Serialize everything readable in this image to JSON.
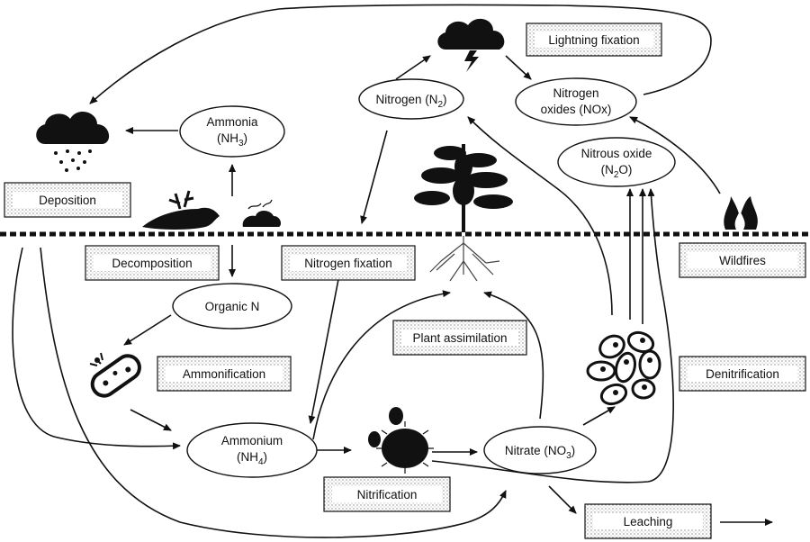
{
  "processes": {
    "lightning_fixation": "Lightning fixation",
    "deposition": "Deposition",
    "decomposition": "Decomposition",
    "nitrogen_fixation": "Nitrogen fixation",
    "wildfires": "Wildfires",
    "plant_assimilation": "Plant assimilation",
    "ammonification": "Ammonification",
    "denitrification": "Denitrification",
    "nitrification": "Nitrification",
    "leaching": "Leaching"
  },
  "compounds": {
    "nitrogen": {
      "name": "Nitrogen (N",
      "sub": "2",
      "close": ")"
    },
    "nitrogen_oxides": {
      "line1": "Nitrogen",
      "line2": "oxides (NOx)"
    },
    "ammonia": {
      "line1": "Ammonia",
      "line2_a": "(NH",
      "line2_sub": "3",
      "line2_b": ")"
    },
    "nitrous_oxide": {
      "line1": "Nitrous oxide",
      "line2_a": "(N",
      "line2_sub": "2",
      "line2_b": "O)"
    },
    "organic_n": "Organic N",
    "ammonium": {
      "line1": "Ammonium",
      "line2_a": "(NH",
      "line2_sub": "4",
      "line2_b": ")"
    },
    "nitrate": {
      "a": "Nitrate (NO",
      "sub": "3",
      "b": ")"
    }
  },
  "icons": [
    "storm-cloud-icon",
    "rain-cloud-icon",
    "dead-bird-icon",
    "dung-icon",
    "tree-icon",
    "fire-icon",
    "bacterium-icon",
    "soil-microbe-icon",
    "bacteria-cluster-icon"
  ]
}
